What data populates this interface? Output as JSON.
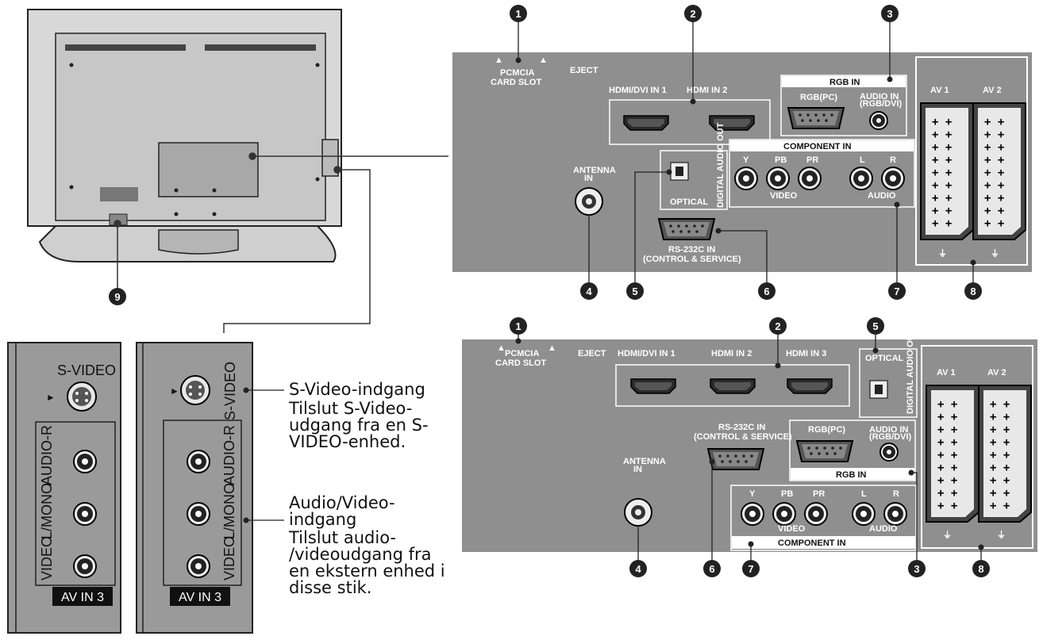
{
  "badges": {
    "n1": "1",
    "n2": "2",
    "n3": "3",
    "n4": "4",
    "n5": "5",
    "n6": "6",
    "n7": "7",
    "n8": "8",
    "n9": "9"
  },
  "top_panel": {
    "pcmcia": [
      "PCMCIA",
      "CARD SLOT"
    ],
    "eject": "EJECT",
    "hdmi1": "HDMI/DVI IN 1",
    "hdmi2": "HDMI IN 2",
    "rgb_in": "RGB IN",
    "rgb_pc": "RGB(PC)",
    "audio_in": [
      "AUDIO IN",
      "(RGB/DVI)"
    ],
    "component_in": "COMPONENT IN",
    "antenna": [
      "ANTENNA",
      "IN"
    ],
    "optical": "OPTICAL",
    "digital_audio_out": "DIGITAL AUDIO OUT",
    "comp_y": "Y",
    "comp_pb": "PB",
    "comp_pr": "PR",
    "comp_l": "L",
    "comp_r": "R",
    "video": "VIDEO",
    "audio": "AUDIO",
    "rs232c": [
      "RS-232C IN",
      "(CONTROL & SERVICE)"
    ],
    "av1": "AV 1",
    "av2": "AV 2"
  },
  "bottom_panel": {
    "pcmcia": [
      "PCMCIA",
      "CARD SLOT"
    ],
    "eject": "EJECT",
    "hdmi1": "HDMI/DVI IN 1",
    "hdmi2": "HDMI IN 2",
    "hdmi3": "HDMI IN 3",
    "optical": "OPTICAL",
    "digital_audio_out": "DIGITAL AUDIO OUT",
    "rs232c": [
      "RS-232C IN",
      "(CONTROL & SERVICE)"
    ],
    "rgb_pc": "RGB(PC)",
    "audio_in": [
      "AUDIO IN",
      "(RGB/DVI)"
    ],
    "rgb_in": "RGB IN",
    "antenna": [
      "ANTENNA",
      "IN"
    ],
    "comp_y": "Y",
    "comp_pb": "PB",
    "comp_pr": "PR",
    "comp_l": "L",
    "comp_r": "R",
    "video": "VIDEO",
    "audio": "AUDIO",
    "component_in": "COMPONENT IN",
    "av1": "AV 1",
    "av2": "AV 2"
  },
  "side_panel_left": {
    "s_video": "S-VIDEO",
    "audio_r": "AUDIO-R",
    "l_mono": "L/MONO",
    "video": "VIDEO",
    "av_in": "AV IN 3"
  },
  "side_panel_right": {
    "s_video": "S-VIDEO",
    "audio_r": "AUDIO-R",
    "l_mono": "L/MONO",
    "video": "VIDEO",
    "av_in": "AV IN 3"
  },
  "notes": {
    "s_video_title": "S-Video-indgang",
    "s_video_text": "Tilslut S-Video-\nudgang fra en S-\nVIDEO-enhed.",
    "av_title": "Audio/Video-\nindgang",
    "av_text": "Tilslut audio-\n/videoudgang fra\nen ekstern enhed i\ndisse stik."
  }
}
